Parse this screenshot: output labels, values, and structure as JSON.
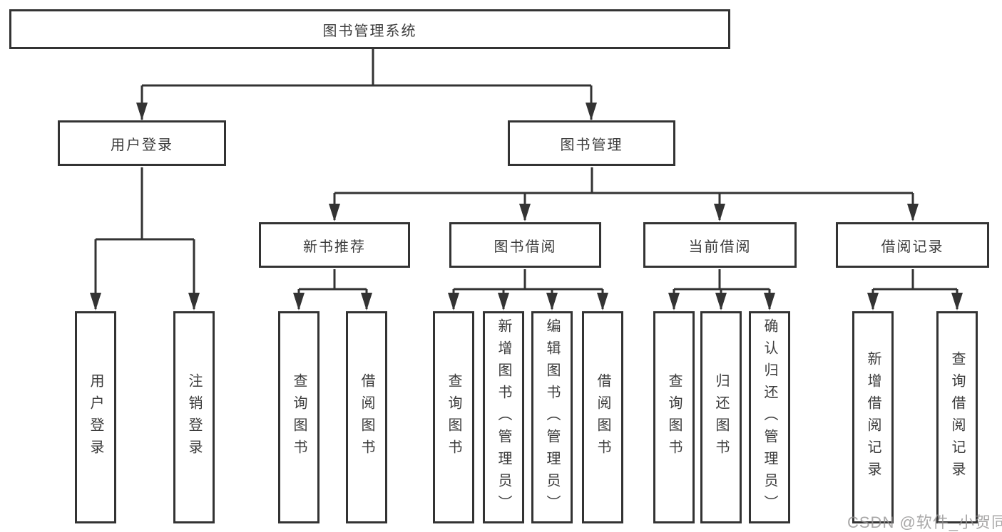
{
  "diagram_title": "图书管理系统",
  "tree": {
    "label": "图书管理系统",
    "children": [
      {
        "label": "用户登录",
        "children": [
          {
            "label": "用户登录"
          },
          {
            "label": "注销登录"
          }
        ]
      },
      {
        "label": "图书管理",
        "children": [
          {
            "label": "新书推荐",
            "children": [
              {
                "label": "查询图书"
              },
              {
                "label": "借阅图书"
              }
            ]
          },
          {
            "label": "图书借阅",
            "children": [
              {
                "label": "查询图书"
              },
              {
                "label": "新增图书（管理员）"
              },
              {
                "label": "编辑图书（管理员）"
              },
              {
                "label": "借阅图书"
              }
            ]
          },
          {
            "label": "当前借阅",
            "children": [
              {
                "label": "查询图书"
              },
              {
                "label": "归还图书"
              },
              {
                "label": "确认归还（管理员）"
              }
            ]
          },
          {
            "label": "借阅记录",
            "children": [
              {
                "label": "新增借阅记录"
              },
              {
                "label": "查询借阅记录"
              }
            ]
          }
        ]
      }
    ]
  },
  "watermark": "CSDN @软件_小贺同学",
  "colors": {
    "line": "#333333",
    "box_border": "#333333",
    "box_fill": "#ffffff",
    "text": "#3c3c3c",
    "watermark": "#949292",
    "background": "#ffffff"
  }
}
